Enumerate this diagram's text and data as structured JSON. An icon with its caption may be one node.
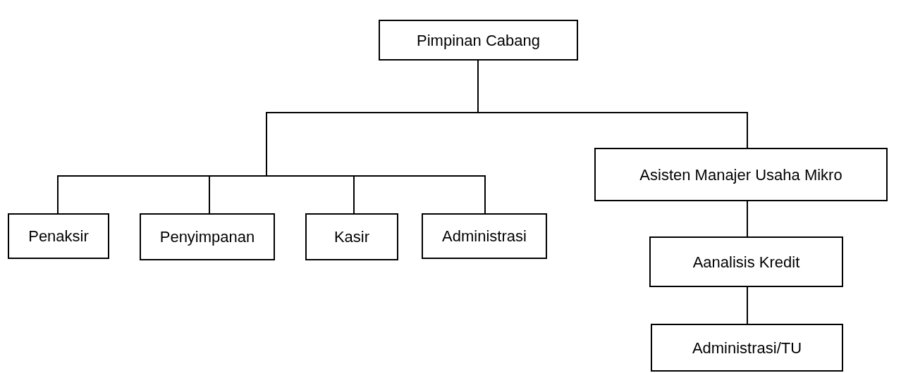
{
  "diagram": {
    "nodes": [
      {
        "text": [
          "Pimpinan Cabang"
        ]
      },
      {
        "text": [
          "Penaksir"
        ]
      },
      {
        "text": [
          "Penyimpanan"
        ]
      },
      {
        "text": [
          "Kasir"
        ]
      },
      {
        "text": [
          "Administrasi"
        ]
      },
      {
        "text": [
          "Asisten Manajer Usaha Mikro"
        ]
      },
      {
        "text": [
          "Aanalisis Kredit"
        ]
      },
      {
        "text": [
          "Administrasi/TU"
        ]
      }
    ],
    "edges": [
      {
        "from": 0,
        "to": 1,
        "arrow": "none"
      },
      {
        "from": 0,
        "to": 2,
        "arrow": "none"
      },
      {
        "from": 0,
        "to": 3,
        "arrow": "none"
      },
      {
        "from": 0,
        "to": 4,
        "arrow": "none"
      },
      {
        "from": 0,
        "to": 5,
        "arrow": "none"
      },
      {
        "from": 5,
        "to": 6,
        "arrow": "none"
      },
      {
        "from": 6,
        "to": 7,
        "arrow": "none"
      }
    ]
  }
}
